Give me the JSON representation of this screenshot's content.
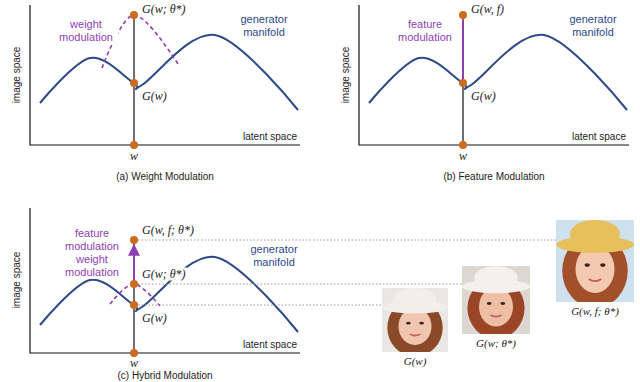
{
  "diagram": {
    "nodes": [
      {
        "text": [
          "G(w)"
        ]
      },
      {
        "text": [
          "G(w; θ*)"
        ]
      },
      {
        "text": [
          "G(w, f; θ*)"
        ]
      }
    ],
    "labels": [
      "image space",
      "weight modulation",
      "G(w; θ*)",
      "G(w)",
      "generator manifold",
      "latent space",
      "w",
      "(a) Weight Modulation",
      "image space",
      "feature modulation",
      "G(w, f)",
      "G(w)",
      "generator manifold",
      "latent space",
      "w",
      "(b) Feature Modulation",
      "image space",
      "feature modulation",
      "weight modulation",
      "G(w, f; θ*)",
      "G(w; θ*)",
      "G(w)",
      "generator manifold",
      "latent space",
      "w",
      "(c) Hybrid Modulation"
    ]
  }
}
